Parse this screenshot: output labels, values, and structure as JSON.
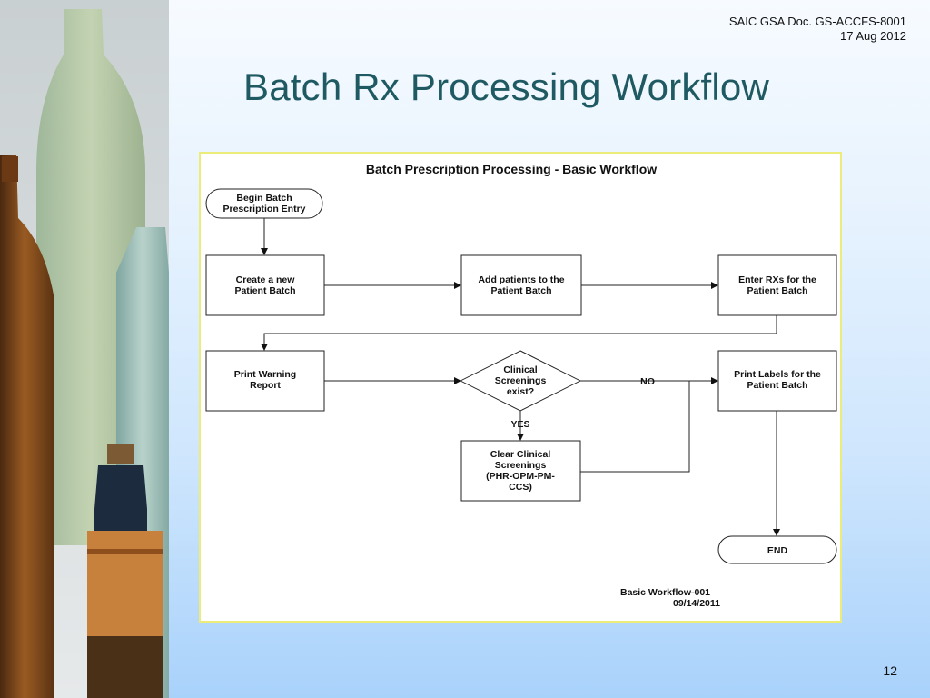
{
  "header": {
    "doc_id": "SAIC GSA Doc. GS-ACCFS-8001",
    "doc_date": "17 Aug 2012"
  },
  "slide": {
    "title": "Batch Rx Processing Workflow",
    "number": "12"
  },
  "side_image": {
    "icon": "medicine-bottles-photo"
  },
  "diagram": {
    "title": "Batch Prescription Processing - Basic Workflow",
    "nodes": {
      "begin": [
        "Begin Batch",
        "Prescription Entry"
      ],
      "create_batch": [
        "Create a new",
        "Patient Batch"
      ],
      "add_patients": [
        "Add patients to the",
        "Patient Batch"
      ],
      "enter_rxs": [
        "Enter RXs for the",
        "Patient Batch"
      ],
      "print_warning": [
        "Print Warning",
        "Report"
      ],
      "decision": [
        "Clinical",
        "Screenings",
        "exist?"
      ],
      "print_labels": [
        "Print Labels for the",
        "Patient Batch"
      ],
      "clear_screenings": [
        "Clear Clinical",
        "Screenings",
        "(PHR-OPM-PM-",
        "CCS)"
      ],
      "end": "END"
    },
    "labels": {
      "no": "NO",
      "yes": "YES"
    },
    "footer": {
      "ref": "Basic Workflow-001",
      "date": "09/14/2011"
    }
  },
  "colors": {
    "title": "#1f5a63",
    "frame_border": "#ecec7a",
    "background_top": "#f7fbff",
    "background_bottom": "#a9d2fb"
  }
}
